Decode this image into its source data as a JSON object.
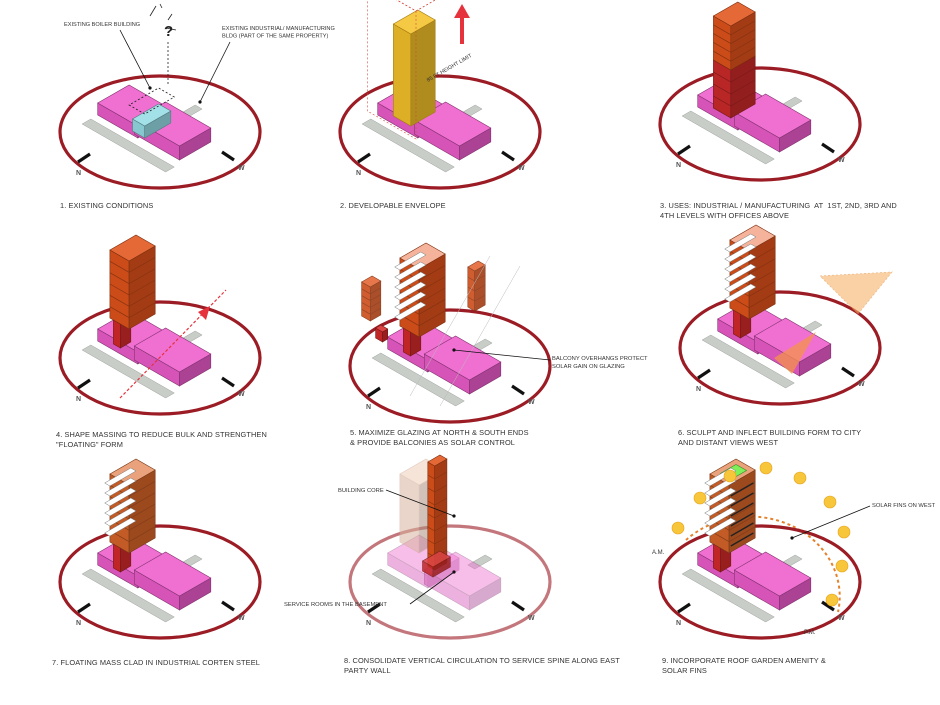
{
  "panels": [
    {
      "id": 1,
      "caption": [
        "1. EXISTING CONDITIONS"
      ]
    },
    {
      "id": 2,
      "caption": [
        "2. DEVELOPABLE ENVELOPE"
      ]
    },
    {
      "id": 3,
      "caption": [
        "3. USES: INDUSTRIAL / MANUFACTURING  AT  1ST, 2ND, 3RD AND",
        "4TH LEVELS WITH OFFICES ABOVE"
      ]
    },
    {
      "id": 4,
      "caption": [
        "4. SHAPE MASSING TO REDUCE BULK AND STRENGTHEN",
        "\"FLOATING\" FORM"
      ]
    },
    {
      "id": 5,
      "caption": [
        "5. MAXIMIZE GLAZING AT NORTH & SOUTH ENDS",
        "& PROVIDE BALCONIES AS SOLAR CONTROL"
      ]
    },
    {
      "id": 6,
      "caption": [
        "6. SCULPT AND INFLECT BUILDING FORM TO CITY",
        "AND DISTANT VIEWS WEST"
      ]
    },
    {
      "id": 7,
      "caption": [
        "7. FLOATING MASS CLAD IN INDUSTRIAL CORTEN STEEL"
      ]
    },
    {
      "id": 8,
      "caption": [
        "8. CONSOLIDATE VERTICAL CIRCULATION TO SERVICE SPINE ALONG EAST",
        "PARTY WALL"
      ]
    },
    {
      "id": 9,
      "caption": [
        "9. INCORPORATE ROOF GARDEN AMENITY &",
        "SOLAR FINS"
      ]
    }
  ],
  "annotations": {
    "boiler": "EXISTING BOILER BUILDING",
    "industrial": [
      "EXISTING INDUSTRIAL/ MANUFACTURING",
      "BLDG (PART OF THE SAME PROPERTY)"
    ],
    "question": "?",
    "height_limit": "85 FT HEIGHT LIMIT",
    "balcony": [
      "BALCONY OVERHANGS PROTECT",
      "SOLAR GAIN ON GLAZING"
    ],
    "building_core": "BUILDING CORE",
    "service_rooms": "SERVICE ROOMS  IN THE BASEMENT",
    "solar_fins": "SOLAR FINS ON WEST",
    "am": "A.M.",
    "pm": "P.M.",
    "north": "N",
    "west": "W"
  },
  "colors": {
    "ring": "#9b1c24",
    "pink": "#ee5ccc",
    "orange": "#e2541c",
    "yellow": "#f5c22a",
    "cyan": "#96dde6",
    "street": "#c8cdc8",
    "roof_garden": "#7ff05a",
    "sun": "#f8c63a",
    "arrow_red": "#e5323c"
  }
}
